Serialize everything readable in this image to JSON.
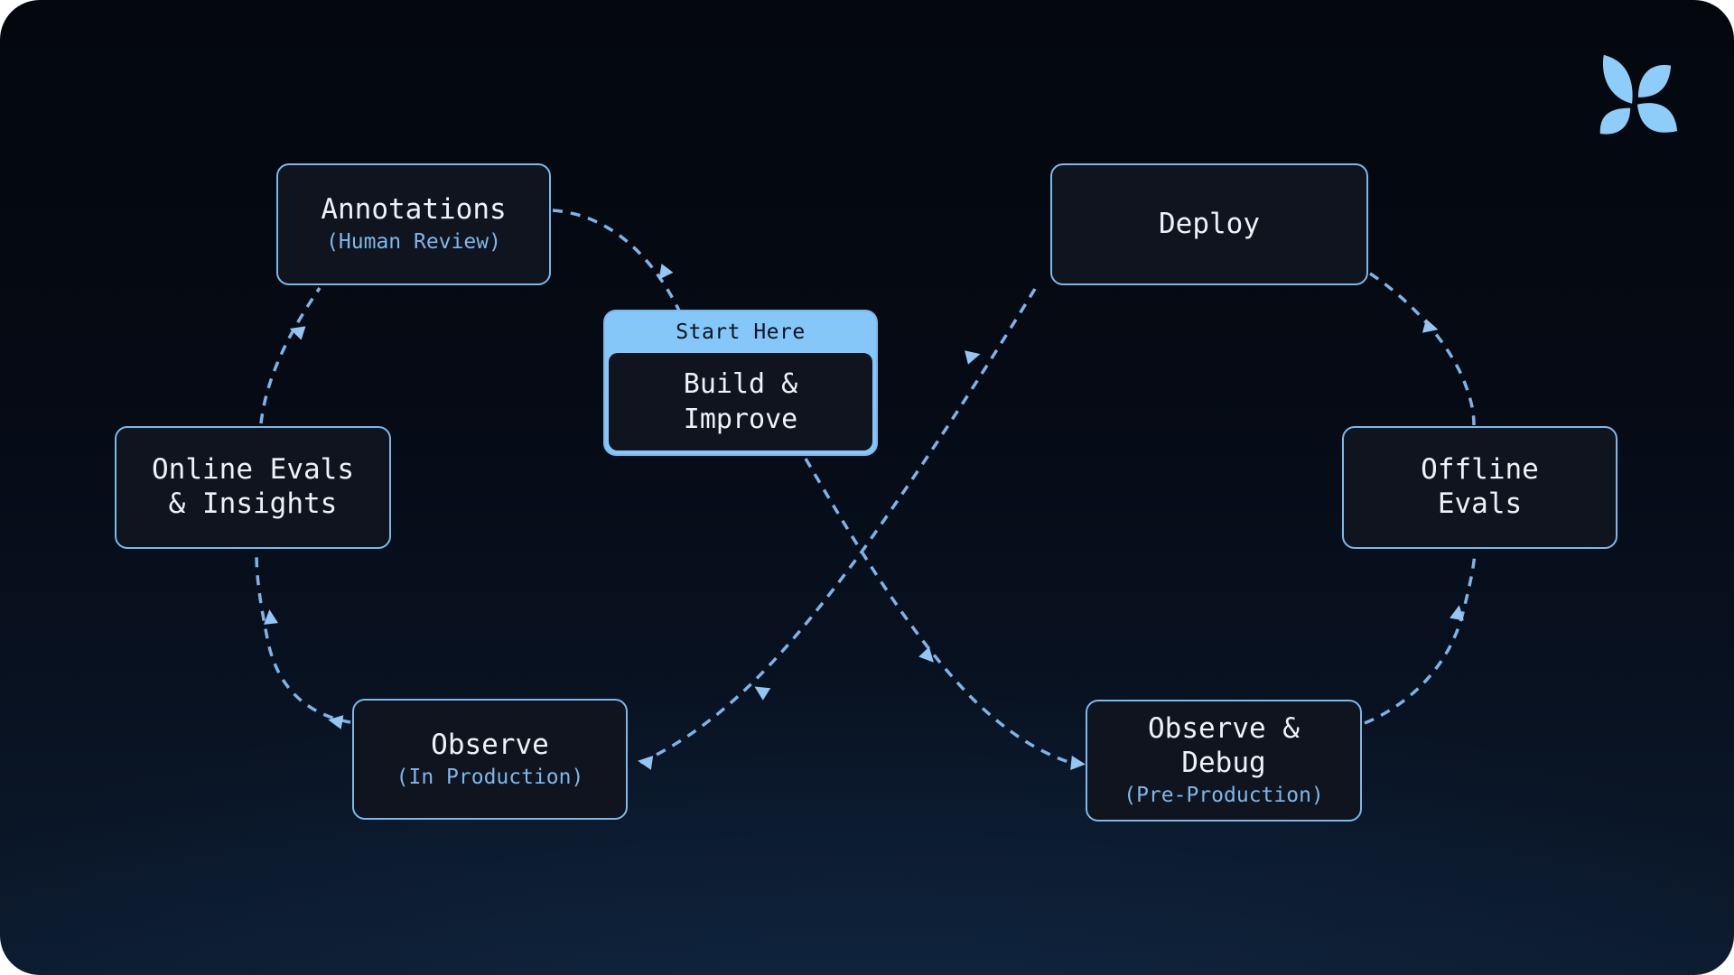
{
  "diagram": {
    "description": "figure-eight evaluation lifecycle flow"
  },
  "nodes": [
    {
      "id": "annotations",
      "lines": [
        "Annotations"
      ],
      "subtitle": "(Human Review)"
    },
    {
      "id": "deploy",
      "lines": [
        "Deploy"
      ],
      "subtitle": ""
    },
    {
      "id": "build-improve",
      "lines": [
        "Build &",
        "Improve"
      ],
      "subtitle": "",
      "badge": "Start Here"
    },
    {
      "id": "online-evals",
      "lines": [
        "Online Evals",
        "& Insights"
      ],
      "subtitle": ""
    },
    {
      "id": "offline-evals",
      "lines": [
        "Offline",
        "Evals"
      ],
      "subtitle": ""
    },
    {
      "id": "observe-production",
      "lines": [
        "Observe"
      ],
      "subtitle": "(In Production)"
    },
    {
      "id": "observe-debug",
      "lines": [
        "Observe &",
        "Debug"
      ],
      "subtitle": "(Pre-Production)"
    }
  ],
  "edges": [
    {
      "from": "annotations",
      "to": "build-improve"
    },
    {
      "from": "deploy",
      "to": "observe-production"
    },
    {
      "from": "build-improve",
      "to": "observe-debug"
    },
    {
      "from": "observe-debug",
      "to": "offline-evals"
    },
    {
      "from": "deploy",
      "to": "offline-evals"
    },
    {
      "from": "observe-production",
      "to": "online-evals"
    },
    {
      "from": "online-evals",
      "to": "annotations"
    }
  ],
  "colors": {
    "accent": "#7fb9ec",
    "edge_dash": "#7db3e6",
    "arrowhead": "#93c6f3",
    "node_fill": "#10141e",
    "node_border": "#7cb8ea",
    "badge_bg": "#84c7f8",
    "badge_text": "#0b1322",
    "title_text": "#eef2f8",
    "subtitle_text": "#7db7ea",
    "background_top": "#04070e",
    "background_bottom": "#0c1a2c",
    "logo": "#8ecdf9"
  }
}
